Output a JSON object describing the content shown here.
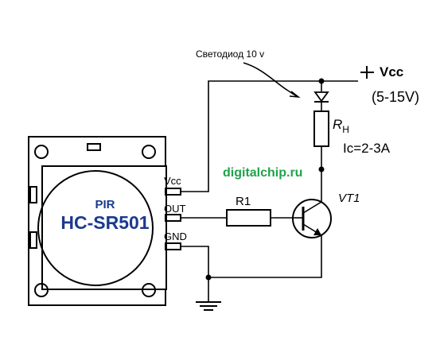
{
  "annotation": "Светодиод 10 v",
  "supply": {
    "label": "Vcc",
    "range": "(5-15V)"
  },
  "load": {
    "label": "R",
    "subscript": "H",
    "current": "Ic=2-3A"
  },
  "website": "digitalchip.ru",
  "transistor": {
    "label": "VT1"
  },
  "resistor": {
    "label": "R1"
  },
  "sensor": {
    "type": "PIR",
    "model": "HC-SR501",
    "pins": [
      "Vcc",
      "OUT",
      "GND"
    ]
  },
  "colors": {
    "website": "#1fa34a",
    "sensor_text": "#1a3a8c",
    "lines": "#000000",
    "background": "#ffffff"
  }
}
